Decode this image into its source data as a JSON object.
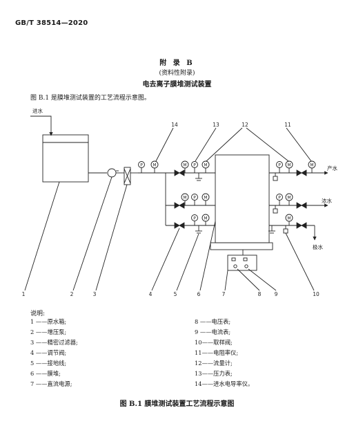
{
  "header": {
    "standard": "GB/T 38514—2020"
  },
  "appendix": {
    "title": "附 录 B",
    "type": "(资料性附录)",
    "name": "电去离子膜堆测试装置"
  },
  "intro": "图 B.1 是膜堆测试装置的工艺流程示意图。",
  "diagram": {
    "inflow": "进水",
    "product": "产水",
    "concentrate": "浓水",
    "drain": "极水",
    "callouts": [
      "1",
      "2",
      "3",
      "4",
      "5",
      "6",
      "7",
      "8",
      "9",
      "10",
      "11",
      "12",
      "13",
      "14"
    ]
  },
  "legend": {
    "title": "说明:",
    "left": [
      {
        "num": "1",
        "text": "原水箱;"
      },
      {
        "num": "2",
        "text": "增压泵;"
      },
      {
        "num": "3",
        "text": "精密过滤器;"
      },
      {
        "num": "4",
        "text": "调节阀;"
      },
      {
        "num": "5",
        "text": "接地线;"
      },
      {
        "num": "6",
        "text": "膜堆;"
      },
      {
        "num": "7",
        "text": "直流电源;"
      }
    ],
    "right": [
      {
        "num": "8",
        "text": "电压表;"
      },
      {
        "num": "9",
        "text": "电流表;"
      },
      {
        "num": "10",
        "text": "取样阀;"
      },
      {
        "num": "11",
        "text": "电阻率仪;"
      },
      {
        "num": "12",
        "text": "流量计;"
      },
      {
        "num": "13",
        "text": "压力表;"
      },
      {
        "num": "14",
        "text": "进水电导率仪。"
      }
    ]
  },
  "caption": "图 B.1 膜堆测试装置工艺流程示意图"
}
